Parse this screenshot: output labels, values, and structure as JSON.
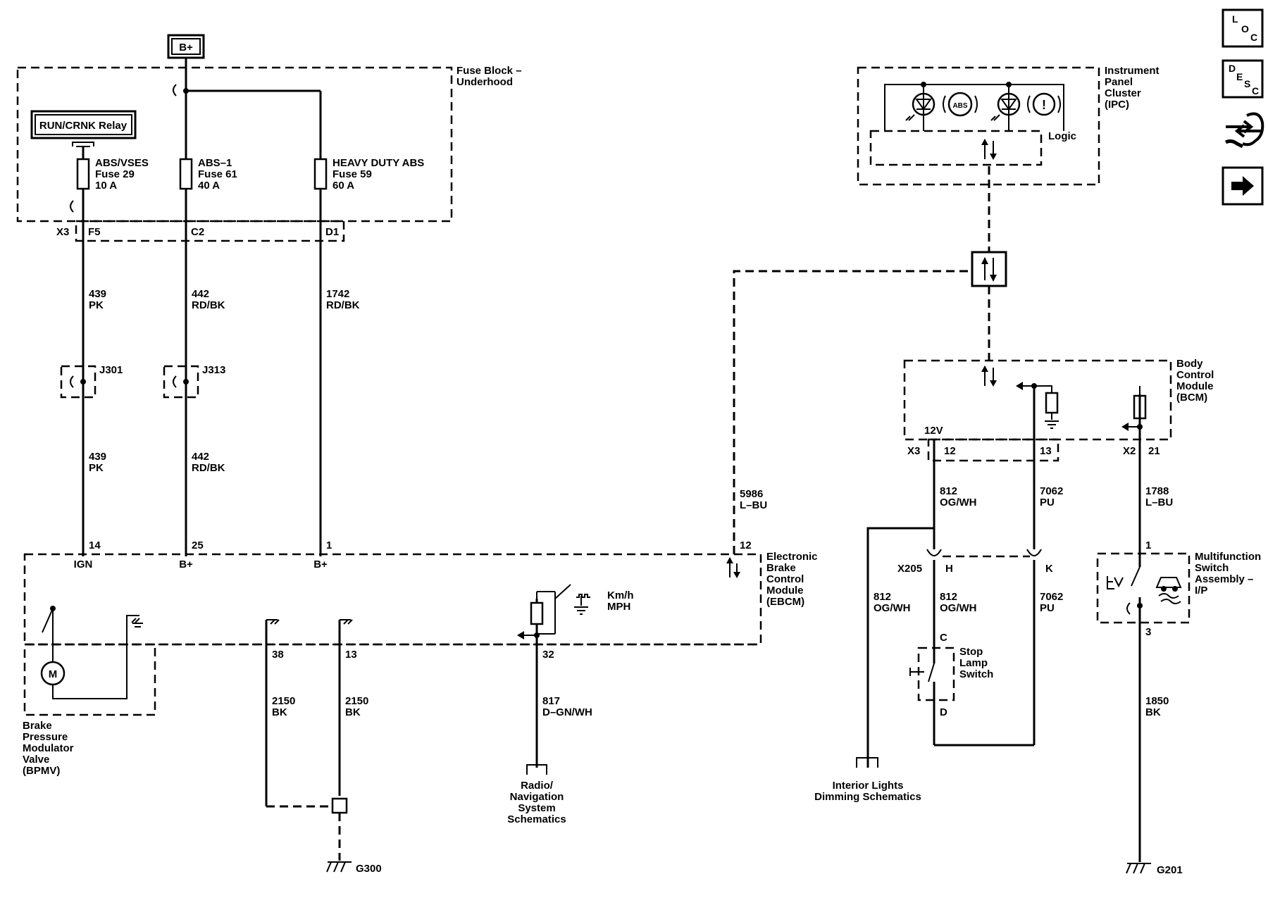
{
  "supply": {
    "label": "B+"
  },
  "fuse_block": {
    "title_1": "Fuse Block –",
    "title_2": "Underhood",
    "relay": "RUN/CRNK Relay",
    "fuses": [
      {
        "name": "ABS/VSES",
        "fuse": "Fuse 29",
        "rating": "10 A"
      },
      {
        "name": "ABS–1",
        "fuse": "Fuse 61",
        "rating": "40 A"
      },
      {
        "name": "HEAVY DUTY ABS",
        "fuse": "Fuse 59",
        "rating": "60 A"
      }
    ],
    "connector": "X3",
    "pins": [
      "F5",
      "C2",
      "D1"
    ]
  },
  "wires": {
    "w439a": {
      "num": "439",
      "color": "PK"
    },
    "w442a": {
      "num": "442",
      "color": "RD/BK"
    },
    "w1742": {
      "num": "1742",
      "color": "RD/BK"
    },
    "w439b": {
      "num": "439",
      "color": "PK"
    },
    "w442b": {
      "num": "442",
      "color": "RD/BK"
    },
    "w5986": {
      "num": "5986",
      "color": "L–BU"
    },
    "w2150a": {
      "num": "2150",
      "color": "BK"
    },
    "w2150b": {
      "num": "2150",
      "color": "BK"
    },
    "w817": {
      "num": "817",
      "color": "D–GN/WH"
    },
    "w812a": {
      "num": "812",
      "color": "OG/WH"
    },
    "w7062a": {
      "num": "7062",
      "color": "PU"
    },
    "w1788": {
      "num": "1788",
      "color": "L–BU"
    },
    "w812b": {
      "num": "812",
      "color": "OG/WH"
    },
    "w812c": {
      "num": "812",
      "color": "OG/WH"
    },
    "w7062b": {
      "num": "7062",
      "color": "PU"
    },
    "w1850": {
      "num": "1850",
      "color": "BK"
    }
  },
  "splices": {
    "j301": "J301",
    "j313": "J313"
  },
  "ebcm": {
    "title": [
      "Electronic",
      "Brake",
      "Control",
      "Module",
      "(EBCM)"
    ],
    "pins_top": [
      "14",
      "25",
      "1",
      "12"
    ],
    "pin_labels": [
      "IGN",
      "B+",
      "B+"
    ],
    "pins_bottom": [
      "38",
      "13",
      "32"
    ],
    "speed": [
      "Km/h",
      "MPH"
    ]
  },
  "bpmv": {
    "title": [
      "Brake",
      "Pressure",
      "Modulator",
      "Valve",
      "(BPMV)"
    ],
    "motor": "M"
  },
  "radio": {
    "title": [
      "Radio/",
      "Navigation",
      "System",
      "Schematics"
    ]
  },
  "grounds": {
    "g300": "G300",
    "g201": "G201"
  },
  "ipc": {
    "title": [
      "Instrument",
      "Panel",
      "Cluster",
      "(IPC)"
    ],
    "logic": "Logic",
    "abs_symbol": "ABS",
    "brake_symbol": "!"
  },
  "bcm": {
    "title": [
      "Body",
      "Control",
      "Module",
      "(BCM)"
    ],
    "v12": "12V",
    "conn_x3": "X3",
    "pin12": "12",
    "pin13": "13",
    "conn_x2": "X2",
    "pin21": "21"
  },
  "x205": {
    "name": "X205",
    "pin_h": "H",
    "pin_k": "K"
  },
  "stop_lamp": {
    "title": [
      "Stop",
      "Lamp",
      "Switch"
    ],
    "pin_c": "C",
    "pin_d": "D"
  },
  "interior": {
    "title": [
      "Interior Lights",
      "Dimming Schematics"
    ]
  },
  "mfs": {
    "title": [
      "Multifunction",
      "Switch",
      "Assembly –",
      "I/P"
    ],
    "pin1": "1",
    "pin3": "3"
  },
  "nav": {
    "loc": [
      "L",
      "O",
      "C"
    ],
    "desc": [
      "D",
      "E",
      "S",
      "C"
    ]
  }
}
